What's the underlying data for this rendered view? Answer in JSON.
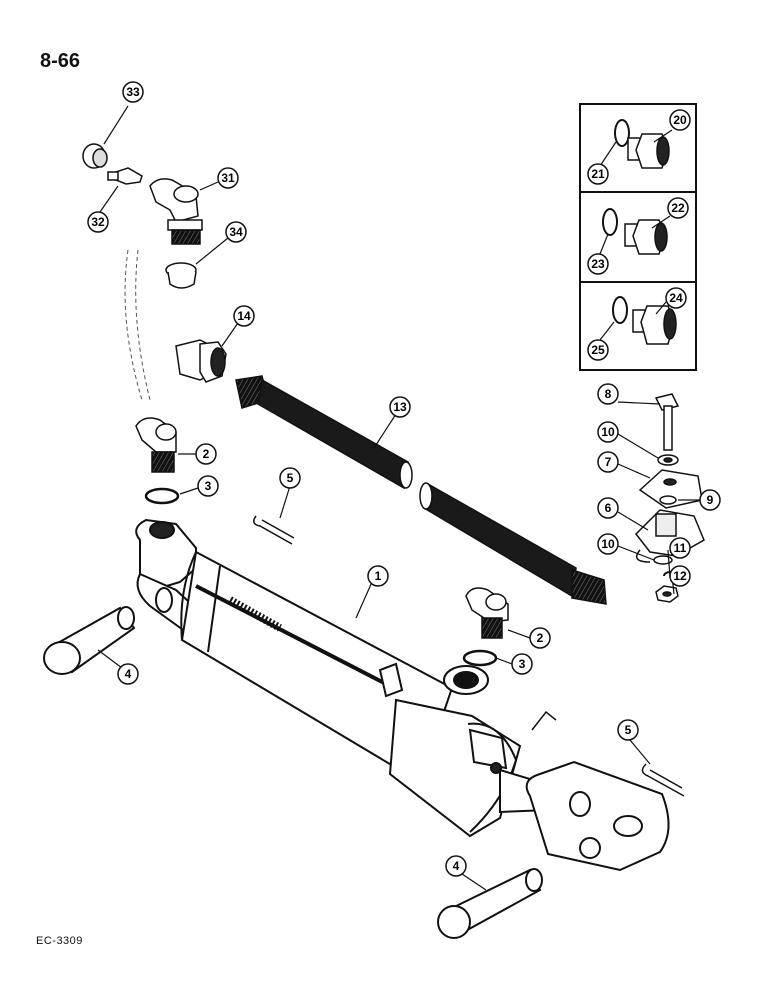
{
  "page": {
    "number": "8-66",
    "reference_code": "EC-3309"
  },
  "callouts": [
    {
      "id": "c33",
      "label": "33"
    },
    {
      "id": "c32",
      "label": "32"
    },
    {
      "id": "c31",
      "label": "31"
    },
    {
      "id": "c34",
      "label": "34"
    },
    {
      "id": "c14",
      "label": "14"
    },
    {
      "id": "c13",
      "label": "13"
    },
    {
      "id": "c2a",
      "label": "2"
    },
    {
      "id": "c3a",
      "label": "3"
    },
    {
      "id": "c5a",
      "label": "5"
    },
    {
      "id": "c1",
      "label": "1"
    },
    {
      "id": "c2b",
      "label": "2"
    },
    {
      "id": "c3b",
      "label": "3"
    },
    {
      "id": "c4a",
      "label": "4"
    },
    {
      "id": "c5b",
      "label": "5"
    },
    {
      "id": "c4b",
      "label": "4"
    },
    {
      "id": "c20",
      "label": "20"
    },
    {
      "id": "c21",
      "label": "21"
    },
    {
      "id": "c22",
      "label": "22"
    },
    {
      "id": "c23",
      "label": "23"
    },
    {
      "id": "c24",
      "label": "24"
    },
    {
      "id": "c25",
      "label": "25"
    },
    {
      "id": "c8",
      "label": "8"
    },
    {
      "id": "c10a",
      "label": "10"
    },
    {
      "id": "c7",
      "label": "7"
    },
    {
      "id": "c9",
      "label": "9"
    },
    {
      "id": "c6",
      "label": "6"
    },
    {
      "id": "c10b",
      "label": "10"
    },
    {
      "id": "c11",
      "label": "11"
    },
    {
      "id": "c12",
      "label": "12"
    }
  ]
}
